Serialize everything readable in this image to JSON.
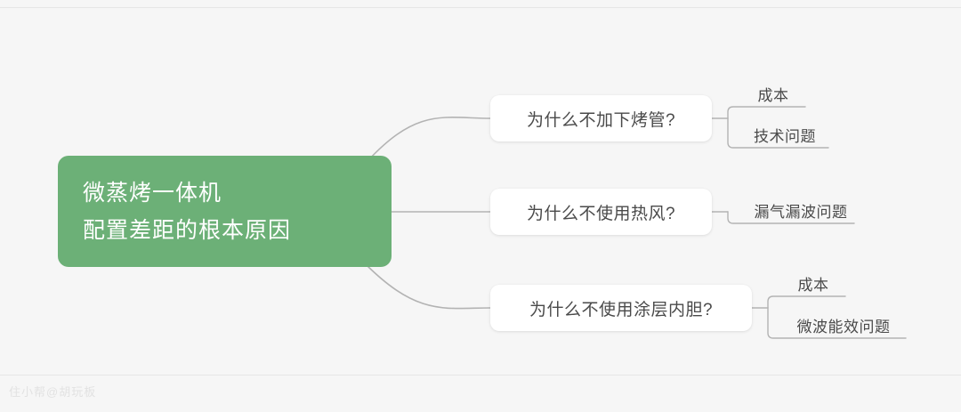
{
  "canvas": {
    "background_color": "#f6f6f6",
    "accent_color": "#6cb077",
    "connector_color": "#b0b0b0",
    "text_color": "#4a4a4a"
  },
  "watermark": {
    "text": "住小帮@胡玩板"
  },
  "mindmap": {
    "type": "mindmap",
    "root": {
      "lines": [
        "微蒸烤一体机",
        "配置差距的根本原因"
      ]
    },
    "branches": [
      {
        "label": "为什么不加下烤管?",
        "children": [
          {
            "label": "成本"
          },
          {
            "label": "技术问题"
          }
        ]
      },
      {
        "label": "为什么不使用热风?",
        "children": [
          {
            "label": "漏气漏波问题"
          }
        ]
      },
      {
        "label": "为什么不使用涂层内胆?",
        "children": [
          {
            "label": "成本"
          },
          {
            "label": "微波能效问题"
          }
        ]
      }
    ]
  }
}
